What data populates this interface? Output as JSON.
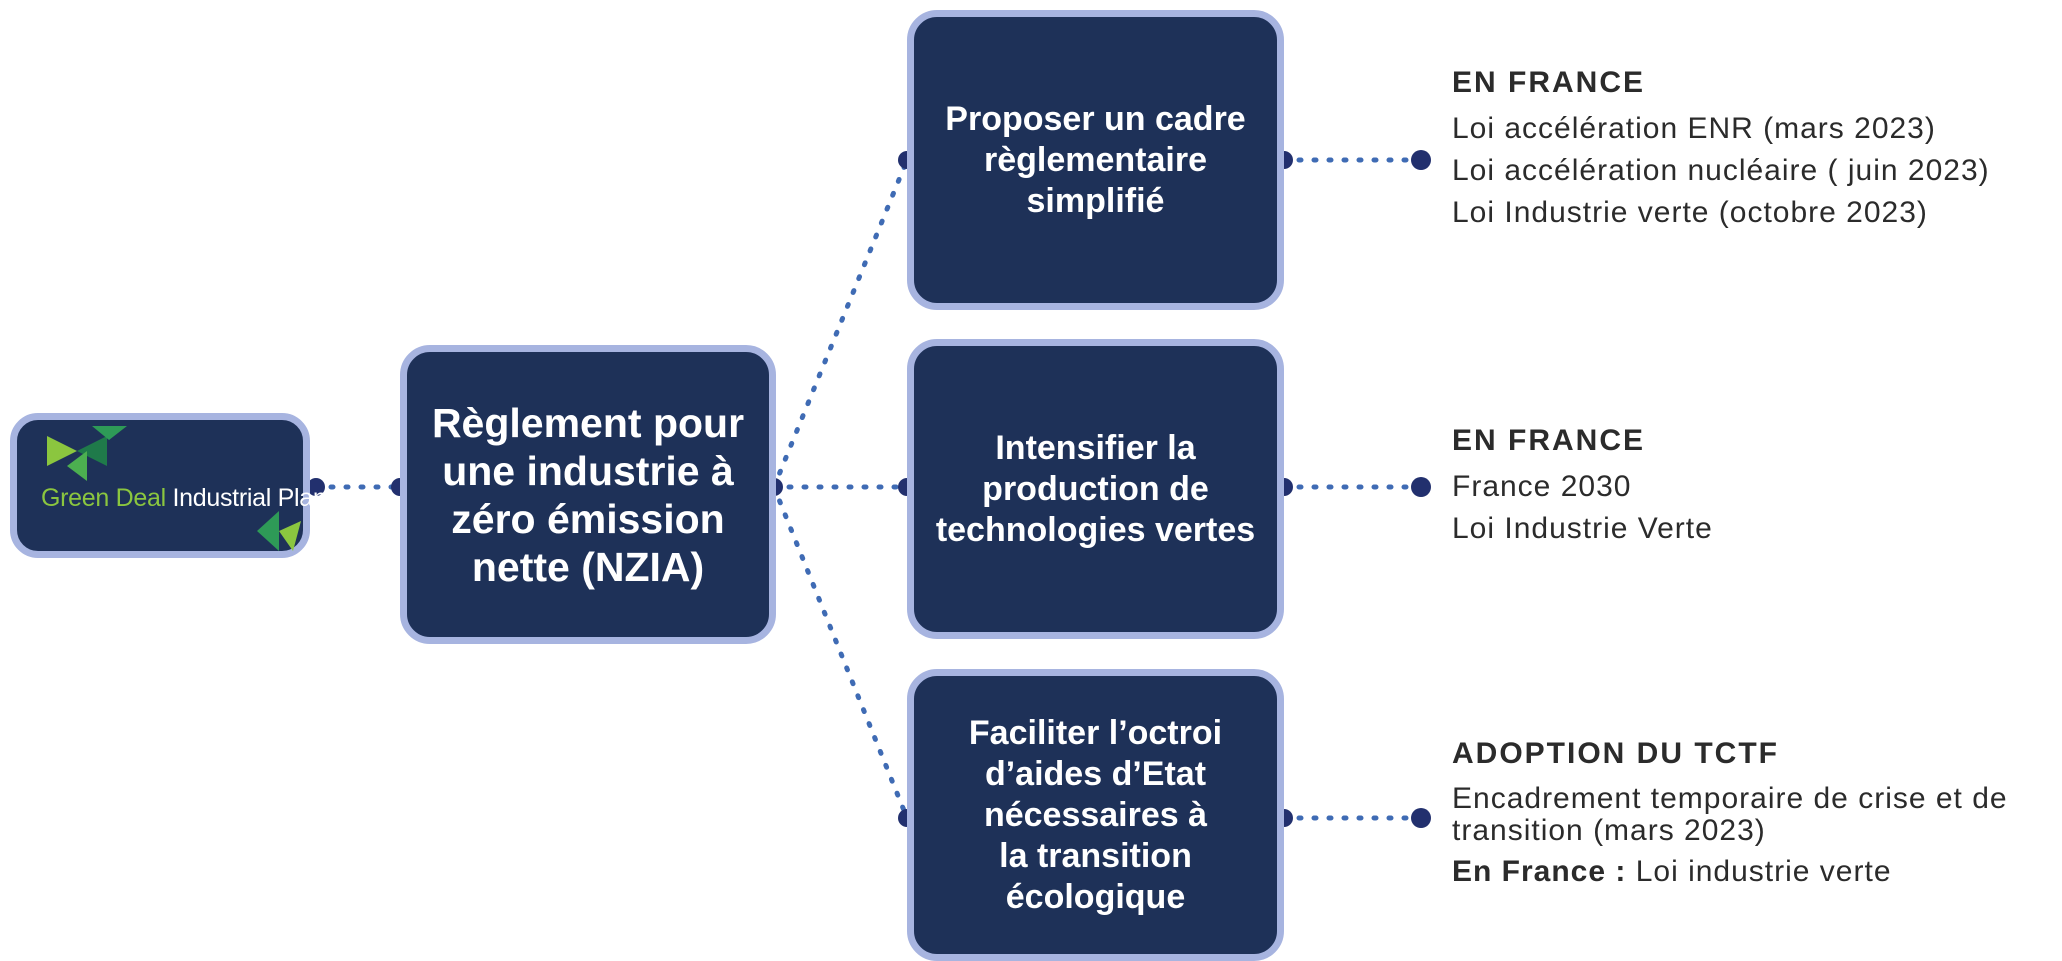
{
  "root": {
    "logo_green": "Green Deal",
    "logo_white": "Industrial Plan"
  },
  "center": {
    "label": "Règlement pour\nune industrie à\nzéro émission\nnette (NZIA)"
  },
  "branches": [
    {
      "label": "Proposer un cadre\nrèglementaire\nsimplifié"
    },
    {
      "label": "Intensifier la\nproduction de\ntechnologies vertes"
    },
    {
      "label": "Faciliter l’octroi\nd’aides d’Etat\nnécessaires à\nla transition\nécologique"
    }
  ],
  "details": [
    {
      "heading": "EN FRANCE",
      "lines": [
        "Loi accélération ENR (mars 2023)",
        "Loi accélération nucléaire ( juin 2023)",
        "Loi Industrie verte (octobre 2023)"
      ]
    },
    {
      "heading": "EN FRANCE",
      "lines": [
        "France 2030",
        "Loi Industrie Verte"
      ]
    },
    {
      "heading": "ADOPTION DU TCTF",
      "lines": [
        "Encadrement temporaire de crise et de transition (mars 2023)"
      ],
      "label_bold": "En France :",
      "label_rest": " Loi industrie verte"
    }
  ],
  "colors": {
    "box_fill": "#1e3158",
    "box_border": "#a7b4e0",
    "connector": "#3f6bb4",
    "dot": "#22306e",
    "logo_green": "#8bc63f"
  }
}
